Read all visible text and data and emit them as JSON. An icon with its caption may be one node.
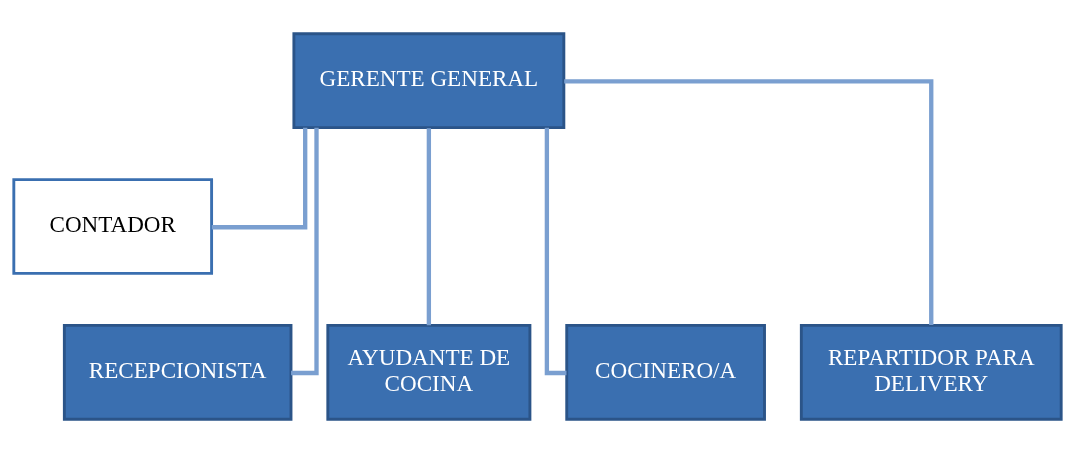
{
  "diagram": {
    "nodes": [
      {
        "text": [
          "GERENTE GENERAL"
        ]
      },
      {
        "text": [
          "CONTADOR"
        ]
      },
      {
        "text": [
          "RECEPCIONISTA"
        ]
      },
      {
        "text": [
          "AYUDANTE DE COCINA"
        ]
      },
      {
        "text": [
          "COCINERO/A"
        ]
      },
      {
        "text": [
          "REPARTIDOR PARA DELIVERY"
        ]
      }
    ],
    "edges": [
      {
        "from": 0,
        "to": 1,
        "arrow": "none"
      },
      {
        "from": 0,
        "to": 2,
        "arrow": "none"
      },
      {
        "from": 0,
        "to": 3,
        "arrow": "none"
      },
      {
        "from": 0,
        "to": 4,
        "arrow": "none"
      },
      {
        "from": 0,
        "to": 5,
        "arrow": "none"
      }
    ]
  }
}
